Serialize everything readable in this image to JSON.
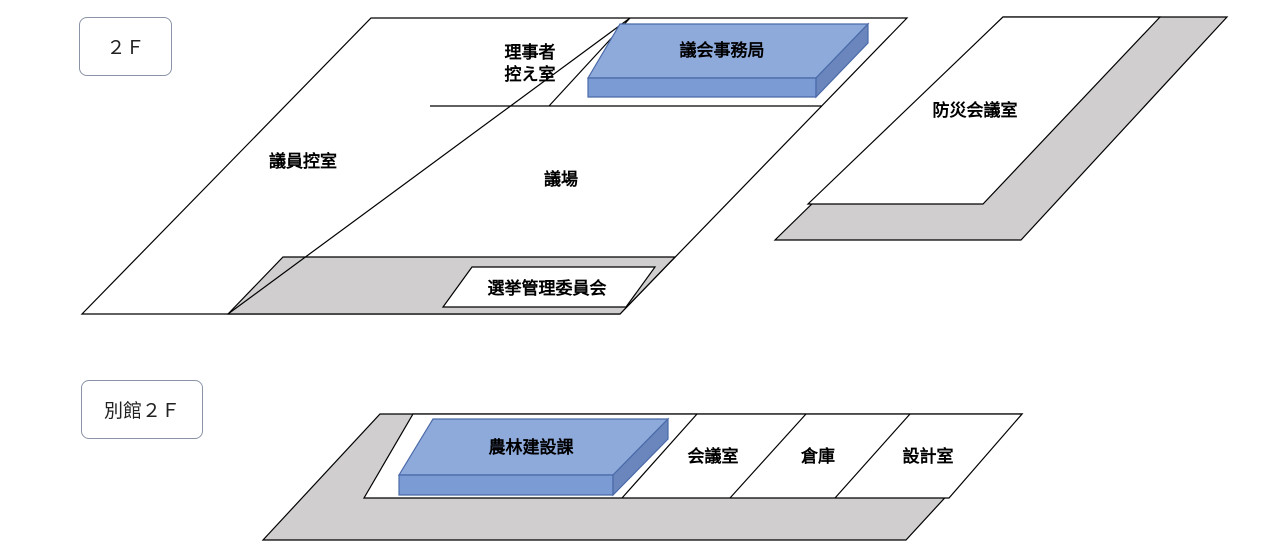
{
  "floors": {
    "floor_2f": {
      "label": "２Ｆ",
      "rooms": {
        "giin_hikaeshitsu": "議員控室",
        "rijisha_hikaeshitsu_line1": "理事者",
        "rijisha_hikaeshitsu_line2": "控え室",
        "gikai_jimukyoku": "議会事務局",
        "gijo": "議場",
        "senkyo_kanri_iinkai": "選挙管理委員会",
        "bousai_kaigishitsu": "防災会議室"
      }
    },
    "annex_2f": {
      "label": "別館２Ｆ",
      "rooms": {
        "norin_kensetsuka": "農林建設課",
        "kaigishitsu": "会議室",
        "souko": "倉庫",
        "sekkeishitsu": "設計室"
      }
    }
  },
  "colors": {
    "highlight_top": "#8eaadb",
    "highlight_front": "#7a9bd4",
    "highlight_side": "#6a86bd",
    "corridor": "#d0cece",
    "outline": "#000000"
  }
}
